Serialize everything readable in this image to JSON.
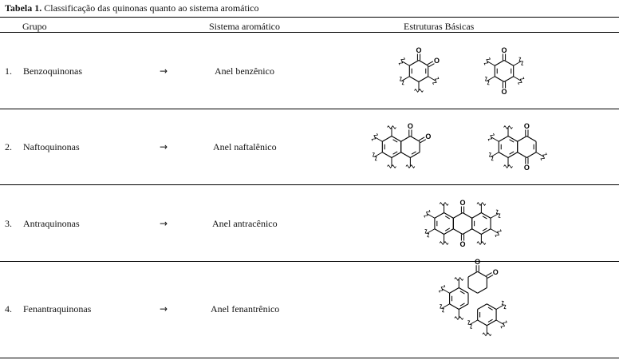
{
  "caption": {
    "label": "Tabela 1.",
    "text": "Classificação das quinonas quanto ao sistema aromático"
  },
  "headers": {
    "group": "Grupo",
    "system": "Sistema aromático",
    "structures": "Estruturas Básicas"
  },
  "rows": [
    {
      "number": "1.",
      "group": "Benzoquinonas",
      "arrow": "→",
      "system": "Anel benzênico"
    },
    {
      "number": "2.",
      "group": "Naftoquinonas",
      "arrow": "→",
      "system": "Anel naftalênico"
    },
    {
      "number": "3.",
      "group": "Antraquinonas",
      "arrow": "→",
      "system": "Anel antracênico"
    },
    {
      "number": "4.",
      "group": "Fenantraquinonas",
      "arrow": "→",
      "system": "Anel fenantrênico"
    }
  ],
  "atom_label": "O"
}
